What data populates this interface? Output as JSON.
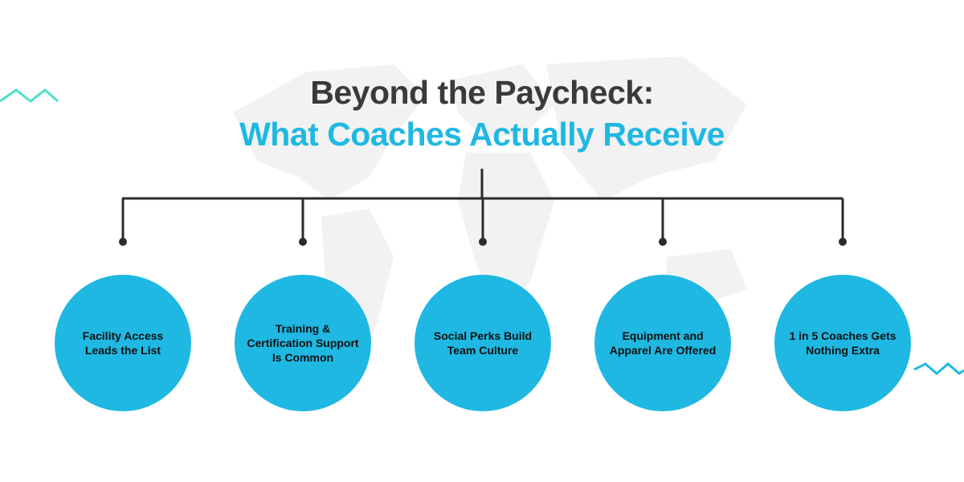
{
  "title": {
    "line1": "Beyond the Paycheck:",
    "line2": "What Coaches Actually Receive"
  },
  "items": [
    {
      "label": "Facility Access Leads the List"
    },
    {
      "label": "Training & Certification Support Is Common"
    },
    {
      "label": "Social Perks Build Team Culture"
    },
    {
      "label": "Equipment and Apparel Are Offered"
    },
    {
      "label": "1 in 5 Coaches Gets Nothing Extra"
    }
  ],
  "colors": {
    "accent": "#1fb8e2",
    "title": "#3a3a3a",
    "connector": "#2b2b2b",
    "zigzag_left": "#4de0c8"
  }
}
